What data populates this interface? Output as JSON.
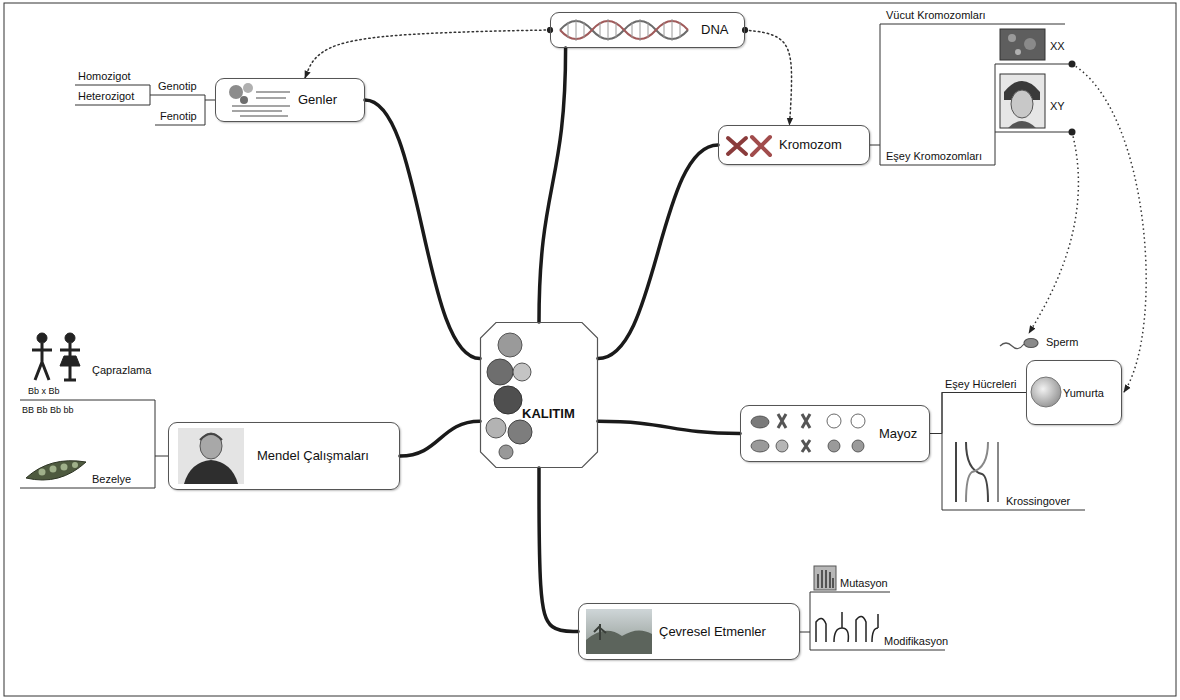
{
  "diagram": {
    "nodes": [
      {
        "text": [
          "DNA"
        ]
      },
      {
        "text": [
          "Genler"
        ]
      },
      {
        "text": [
          "Kromozom"
        ]
      },
      {
        "text": [
          "KALITIM"
        ]
      },
      {
        "text": [
          "Mendel Çalışmaları"
        ]
      },
      {
        "text": [
          "Mayoz"
        ]
      },
      {
        "text": [
          "Yumurta"
        ]
      },
      {
        "text": [
          "Çevresel Etmenler"
        ]
      }
    ],
    "edges": [
      {
        "from": 3,
        "to": 0,
        "arrow": "none"
      },
      {
        "from": 3,
        "to": 1,
        "arrow": "none"
      },
      {
        "from": 3,
        "to": 2,
        "arrow": "none"
      },
      {
        "from": 3,
        "to": 4,
        "arrow": "none"
      },
      {
        "from": 3,
        "to": 5,
        "arrow": "none"
      },
      {
        "from": 3,
        "to": 7,
        "arrow": "none"
      },
      {
        "from": 0,
        "to": 1,
        "arrow": "to"
      },
      {
        "from": 0,
        "to": 2,
        "arrow": "to"
      },
      {
        "from": 5,
        "to": 6,
        "arrow": "none",
        "label": "Eşey Hücreleri"
      }
    ],
    "labels": [
      "Homozigot",
      "Heterozigot",
      "Genotip",
      "Fenotip",
      "Vücut Kromozomları",
      "XX",
      "XY",
      "Eşey Kromozomları",
      "Çaprazlama",
      "Bb x Bb",
      "BB Bb Bb bb",
      "Sperm",
      "Bezelye",
      "Krossingover",
      "Mutasyon",
      "Modifikasyon"
    ]
  }
}
